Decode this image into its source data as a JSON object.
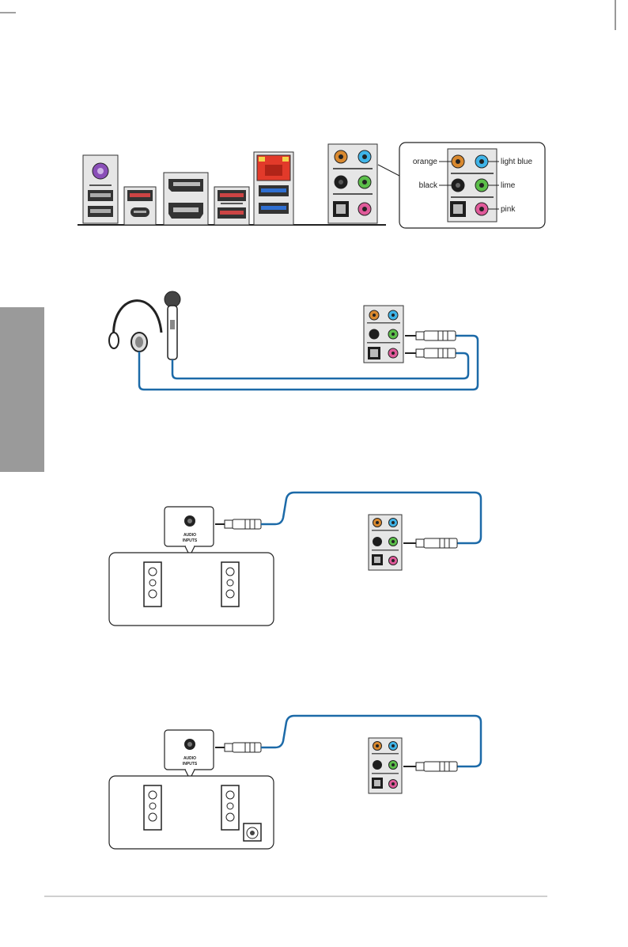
{
  "callout": {
    "orange": "orange",
    "light_blue": "light blue",
    "black": "black",
    "lime": "lime",
    "pink": "pink"
  },
  "speaker_panel": {
    "audio_inputs_line1": "AUDIO",
    "audio_inputs_line2": "INPUTS"
  },
  "colors": {
    "orange": "#d9892f",
    "light_blue": "#3fb4e8",
    "black": "#1e1e1e",
    "lime": "#5cbf4a",
    "pink": "#e05a9a",
    "cable": "#1c6aa8",
    "side_tab": "#9a9a9a",
    "lan_red": "#e23a2a",
    "usb3_blue": "#2f6fd1"
  }
}
